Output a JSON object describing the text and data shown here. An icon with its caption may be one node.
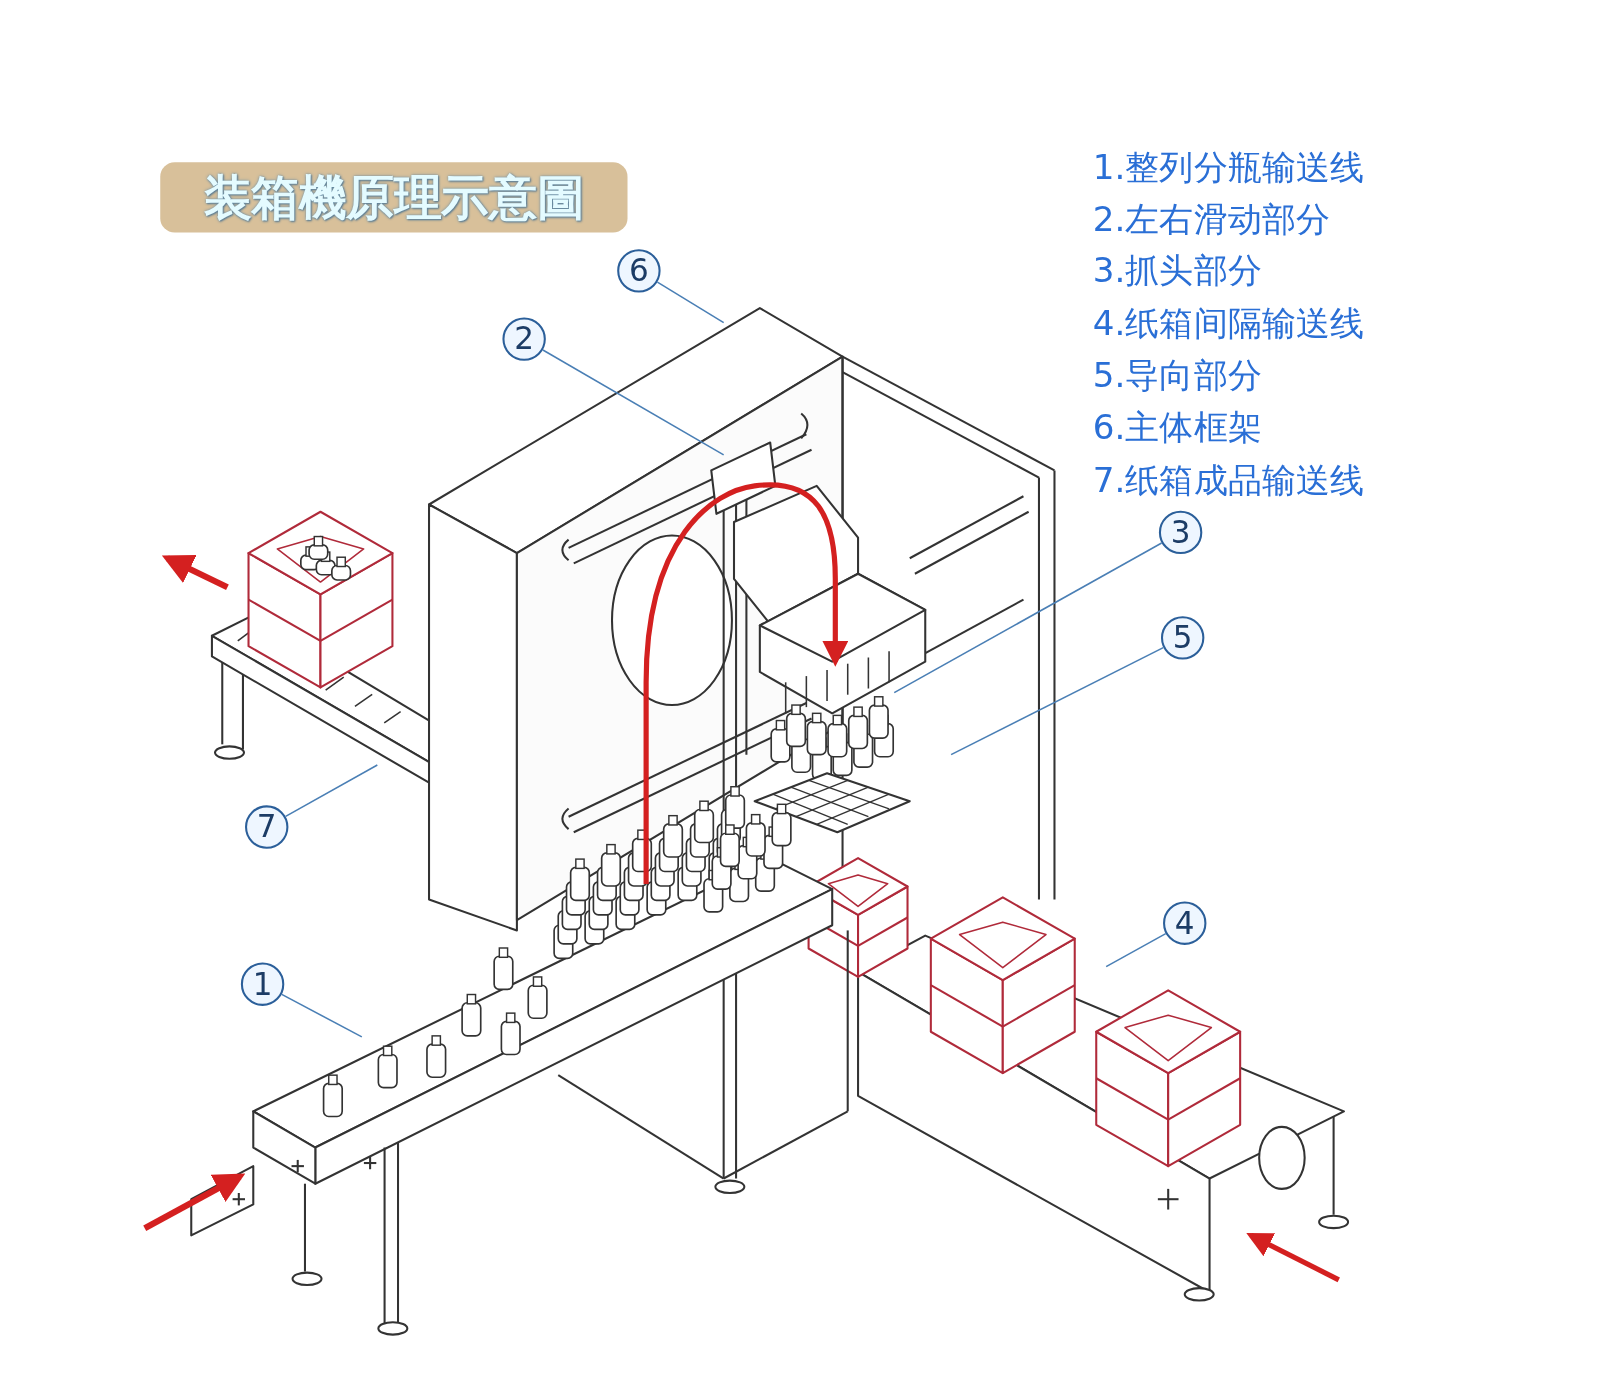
{
  "diagram": {
    "title": "装箱機原理示意圖",
    "nodes": [
      {
        "text": [
          "6"
        ]
      },
      {
        "text": [
          "2"
        ]
      },
      {
        "text": [
          "3"
        ]
      },
      {
        "text": [
          "5"
        ]
      },
      {
        "text": [
          "7"
        ]
      },
      {
        "text": [
          "4"
        ]
      },
      {
        "text": [
          "1"
        ]
      }
    ],
    "edges": [
      {
        "from": 0,
        "to": null,
        "arrow": "none"
      },
      {
        "from": 1,
        "to": null,
        "arrow": "none"
      },
      {
        "from": 2,
        "to": null,
        "arrow": "none"
      },
      {
        "from": 3,
        "to": null,
        "arrow": "none"
      },
      {
        "from": 4,
        "to": null,
        "arrow": "none"
      },
      {
        "from": 5,
        "to": null,
        "arrow": "none"
      },
      {
        "from": 6,
        "to": null,
        "arrow": "none"
      }
    ],
    "labels": [
      "1.整列分瓶输送线",
      "2.左右滑动部分",
      "3.抓头部分",
      "4.纸箱间隔输送线",
      "5.导向部分",
      "6.主体框架",
      "7.纸箱成品输送线"
    ]
  }
}
